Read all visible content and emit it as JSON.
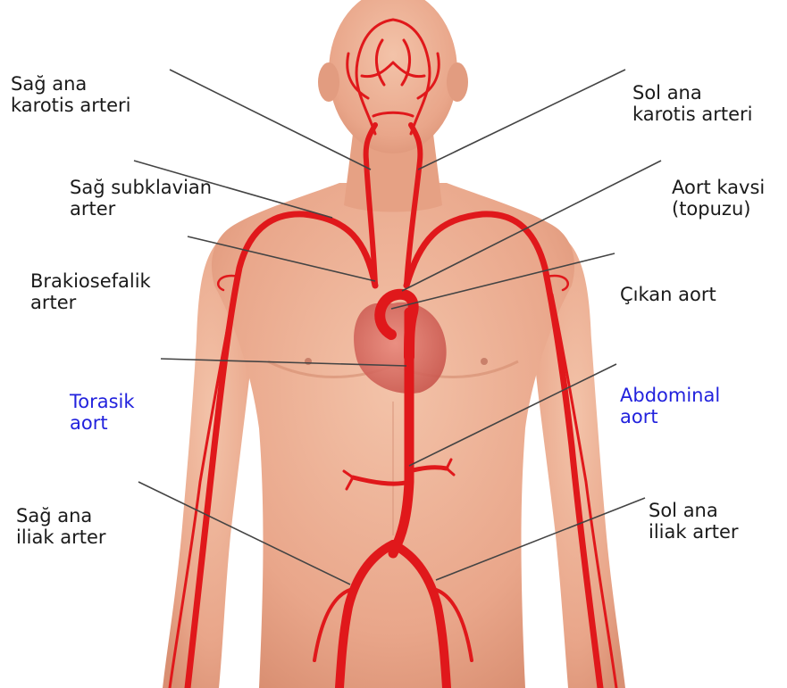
{
  "colors": {
    "skin": "#e9a68a",
    "skin_light": "#f2c0a6",
    "skin_shadow": "#cf8466",
    "artery": "#e0181b",
    "artery_dark": "#b50d10",
    "heart": "#d9625a",
    "leader": "#444444",
    "label_black": "#1a1a1a",
    "label_blue": "#2222dd"
  },
  "labels": {
    "r_carotid": {
      "l1": "Sağ ana",
      "l2": "karotis arteri"
    },
    "l_carotid": {
      "l1": "Sol ana",
      "l2": "karotis arteri"
    },
    "r_subclav": {
      "l1": "Sağ subklavian",
      "l2": "arter"
    },
    "aortic_arch": {
      "l1": "Aort kavsi",
      "l2": "(topuzu)"
    },
    "brachio": {
      "l1": "Brakiosefalik",
      "l2": "arter"
    },
    "ascending": {
      "l1": "Çıkan aort"
    },
    "thoracic": {
      "l1": "Torasik",
      "l2": "aort"
    },
    "abdominal": {
      "l1": "Abdominal",
      "l2": "aort"
    },
    "r_iliac": {
      "l1": "Sağ ana",
      "l2": "iliak arter"
    },
    "l_iliac": {
      "l1": "Sol ana",
      "l2": "iliak arter"
    }
  }
}
